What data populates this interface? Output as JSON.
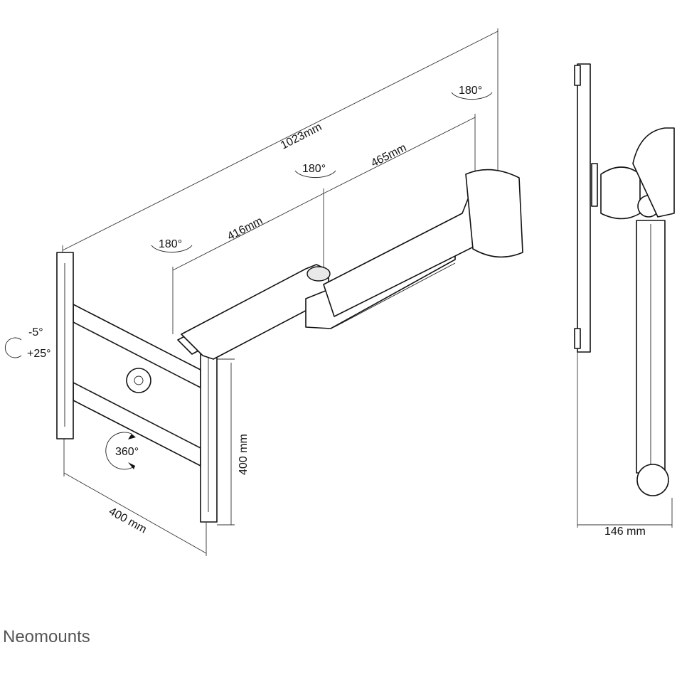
{
  "dimensions": {
    "overall_length": "1023mm",
    "arm_outer_length": "465mm",
    "arm_inner_length": "416mm",
    "rotation_wall": "180°",
    "rotation_middle": "180°",
    "rotation_plate": "180°",
    "tilt_up": "-5°",
    "tilt_down": "+25°",
    "rotation_screen": "360°",
    "plate_width": "400 mm",
    "plate_height": "400 mm",
    "wall_depth": "146 mm"
  },
  "brand": {
    "logo_text": "Neomounts"
  }
}
